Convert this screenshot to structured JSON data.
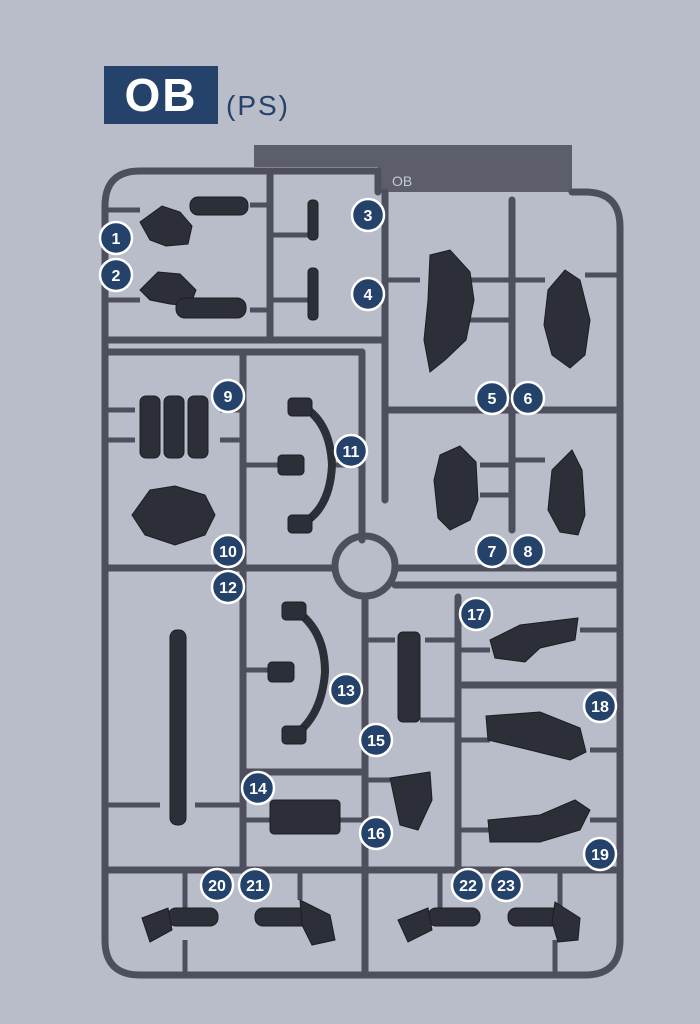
{
  "header": {
    "code": "OB",
    "material": "(PS)"
  },
  "sprue": {
    "tag": "OB"
  },
  "parts": [
    {
      "n": "1"
    },
    {
      "n": "2"
    },
    {
      "n": "3"
    },
    {
      "n": "4"
    },
    {
      "n": "5"
    },
    {
      "n": "6"
    },
    {
      "n": "7"
    },
    {
      "n": "8"
    },
    {
      "n": "9"
    },
    {
      "n": "10"
    },
    {
      "n": "11"
    },
    {
      "n": "12"
    },
    {
      "n": "13"
    },
    {
      "n": "14"
    },
    {
      "n": "15"
    },
    {
      "n": "16"
    },
    {
      "n": "17"
    },
    {
      "n": "18"
    },
    {
      "n": "19"
    },
    {
      "n": "20"
    },
    {
      "n": "21"
    },
    {
      "n": "22"
    },
    {
      "n": "23"
    }
  ],
  "colors": {
    "background": "#b9bcc9",
    "frame": "#4d505c",
    "badge": "#24426a",
    "part": "#2d2f38"
  }
}
